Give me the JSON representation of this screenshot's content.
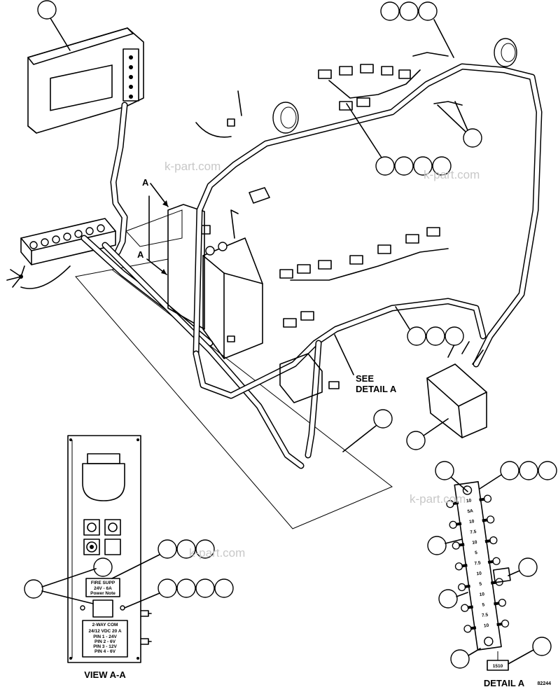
{
  "labels": {
    "see_detail": "SEE",
    "detail_a_short": "DETAIL A",
    "view_marker_1": "A",
    "view_marker_2": "A",
    "view_aa": "VIEW A-A",
    "detail_a": "DETAIL A",
    "drawing_number": "82244"
  },
  "panel": {
    "fire_supp_line1": "FIRE SUPP",
    "fire_supp_line2": "24V - 6A",
    "fire_supp_line3": "Power Note",
    "two_way_title": "2-WAY COM",
    "two_way_rating": "24/12 VDC  20 A",
    "pin1": "PIN 1 - 24V",
    "pin2": "PIN 2 - 6V",
    "pin3": "PIN 3 - 12V",
    "pin4": "PIN 4 - 6V"
  },
  "fuse_strip": {
    "tag": "1510",
    "ratings": [
      "10",
      "5A",
      "10",
      "7.5",
      "10",
      "5",
      "7.5",
      "10",
      "5",
      "10",
      "5",
      "7.5",
      "10"
    ]
  },
  "watermark": "k-part.com"
}
